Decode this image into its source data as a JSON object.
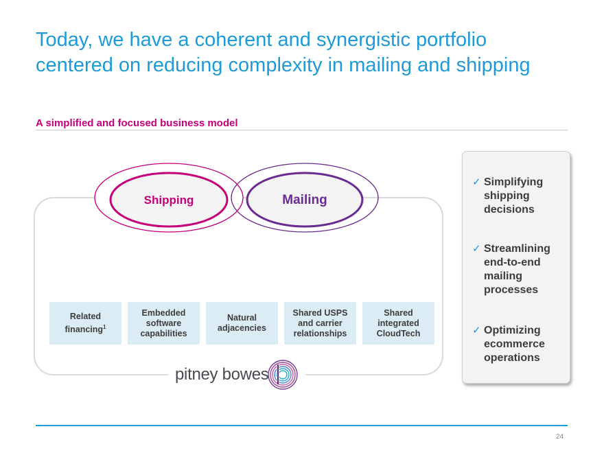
{
  "slide": {
    "title_line1": "Today, we have a coherent and synergistic portfolio",
    "title_line2": "centered on reducing complexity in mailing and shipping",
    "subtitle": "A simplified and focused business model",
    "page_number": "24"
  },
  "diagram": {
    "ovals": [
      {
        "label": "Shipping",
        "color": "#c4007a"
      },
      {
        "label": "Mailing",
        "color": "#6a2c91"
      }
    ],
    "boxes": [
      {
        "label": "Related\nfinancing",
        "sup": "1"
      },
      {
        "label": "Embedded\nsoftware\ncapabilities"
      },
      {
        "label": "Natural\nadjacencies"
      },
      {
        "label": "Shared USPS\nand carrier\nrelationships"
      },
      {
        "label": "Shared\nintegrated\nCloudTech"
      }
    ],
    "logo_text": "pitney bowes"
  },
  "panel": {
    "bullets": [
      {
        "check": "✓",
        "text": "Simplifying\nshipping\ndecisions"
      },
      {
        "check": "✓",
        "text": "Streamlining\nend-to-end\nmailing\nprocesses"
      },
      {
        "check": "✓",
        "text": "Optimizing\necommerce\noperations"
      }
    ]
  },
  "colors": {
    "title_blue": "#1e9ad6",
    "subtitle_magenta": "#c4007a",
    "mailing_purple": "#6a2c91",
    "box_fill": "#dcecf4"
  }
}
